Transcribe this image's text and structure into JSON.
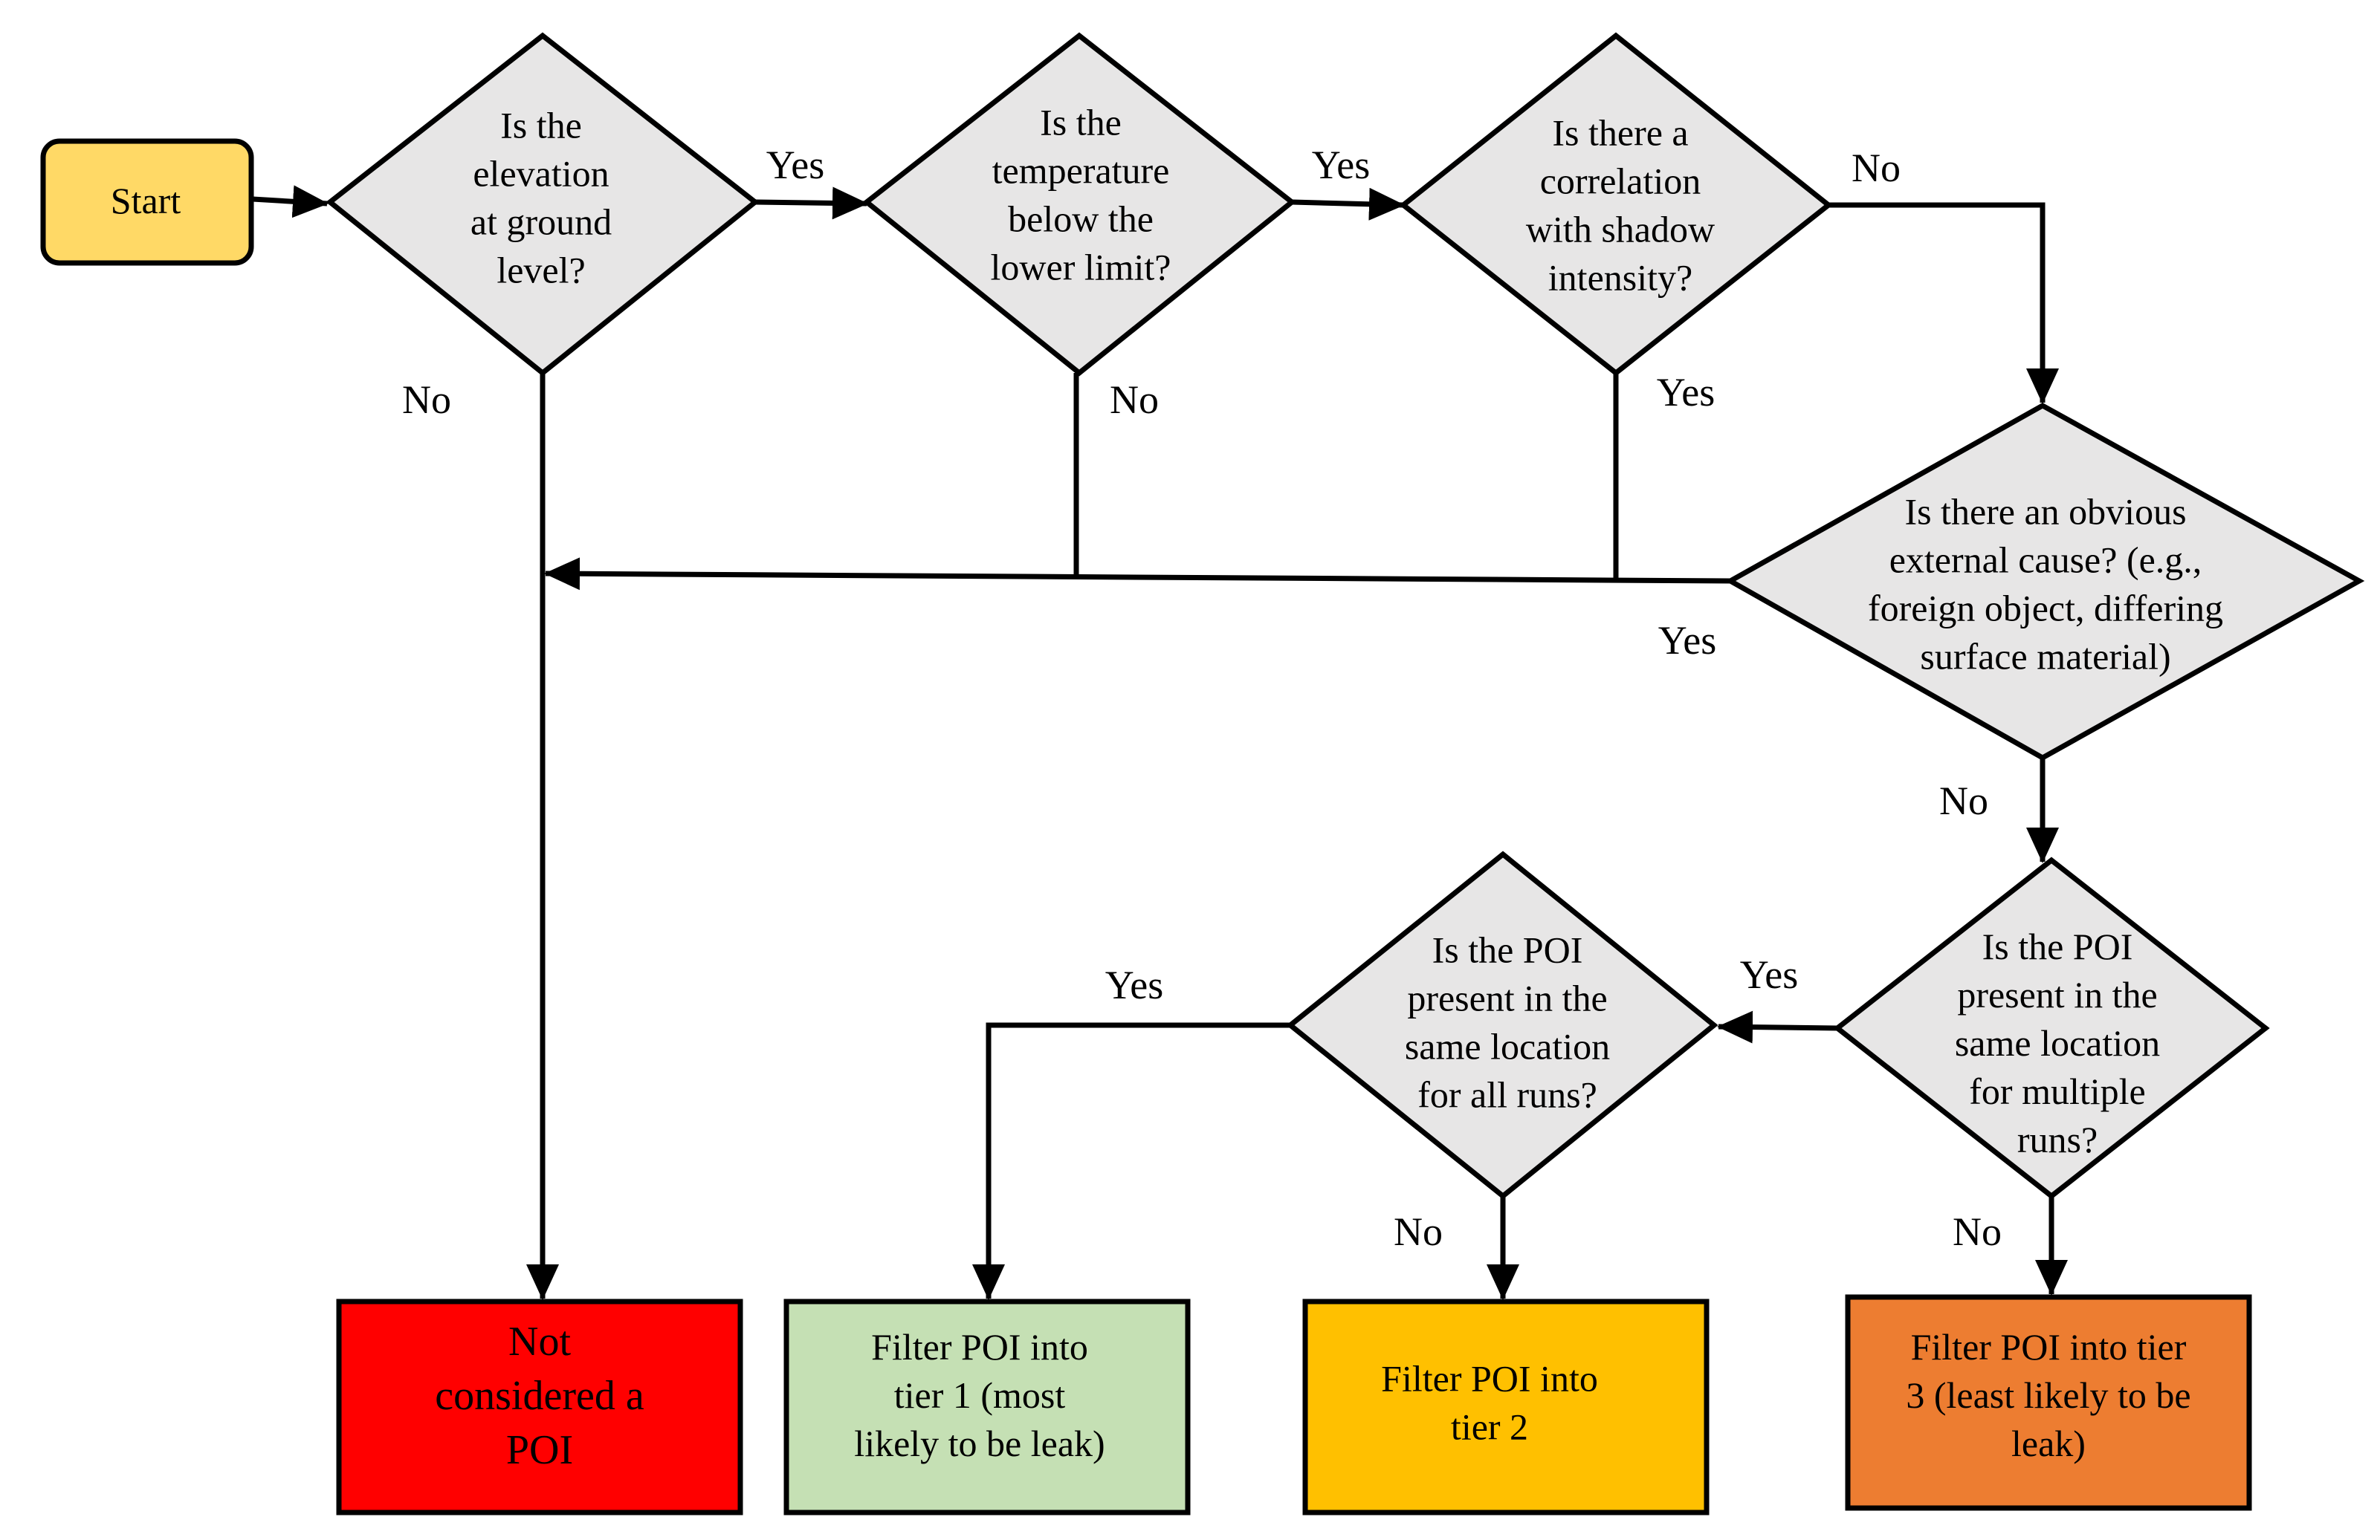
{
  "colors": {
    "start_fill": "#FFD966",
    "decision_fill": "#E7E6E6",
    "not_poi_fill": "#FF0000",
    "tier1_fill": "#C5E0B4",
    "tier2_fill": "#FFC000",
    "tier3_fill": "#ED7D31",
    "stroke": "#000000"
  },
  "nodes": {
    "start": {
      "lines": [
        "Start"
      ]
    },
    "q_elevation": {
      "lines": [
        "Is the",
        "elevation",
        "at ground",
        "level?"
      ]
    },
    "q_temperature": {
      "lines": [
        "Is the",
        "temperature",
        "below the",
        "lower limit?"
      ]
    },
    "q_shadow": {
      "lines": [
        "Is there a",
        "correlation",
        "with shadow",
        "intensity?"
      ]
    },
    "q_external": {
      "lines": [
        "Is there an obvious",
        "external cause? (e.g.,",
        "foreign object, differing",
        "surface material)"
      ]
    },
    "q_multiple_runs": {
      "lines": [
        "Is the POI",
        "present in the",
        "same location",
        "for multiple",
        "runs?"
      ]
    },
    "q_all_runs": {
      "lines": [
        "Is the POI",
        "present in the",
        "same location",
        "for all runs?"
      ]
    },
    "not_poi": {
      "lines": [
        "Not",
        "considered a",
        "POI"
      ]
    },
    "tier1": {
      "lines": [
        "Filter POI into",
        "tier 1 (most",
        "likely to be leak)"
      ]
    },
    "tier2": {
      "lines": [
        "Filter POI into",
        "tier 2"
      ]
    },
    "tier3": {
      "lines": [
        "Filter POI into tier",
        "3 (least likely to be",
        "leak)"
      ]
    }
  },
  "edge_labels": {
    "elevation_yes": "Yes",
    "elevation_no": "No",
    "temperature_yes": "Yes",
    "temperature_no": "No",
    "shadow_no": "No",
    "shadow_yes": "Yes",
    "external_yes": "Yes",
    "external_no": "No",
    "multiple_yes": "Yes",
    "multiple_no": "No",
    "all_yes": "Yes",
    "all_no": "No"
  }
}
